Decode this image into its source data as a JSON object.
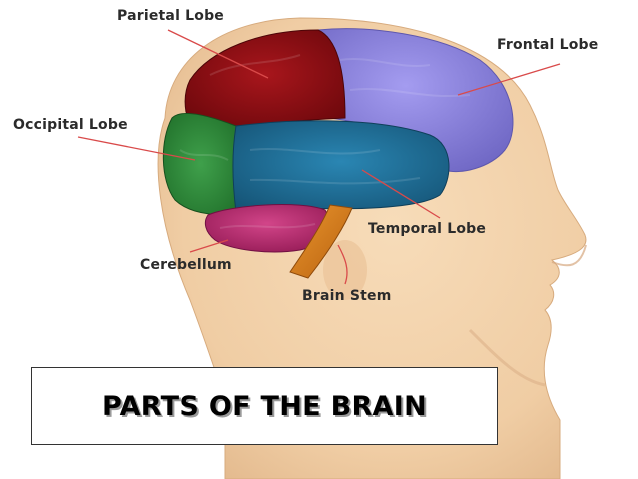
{
  "labels": {
    "parietal": "Parietal Lobe",
    "frontal": "Frontal Lobe",
    "occipital": "Occipital Lobe",
    "temporal": "Temporal Lobe",
    "cerebellum": "Cerebellum",
    "brain_stem": "Brain Stem"
  },
  "title": "PARTS OF THE BRAIN",
  "colors": {
    "skin": "#f2d3ad",
    "parietal": "#8e0d12",
    "frontal": "#8b84d8",
    "occipital": "#2f8a3a",
    "temporal": "#1d6f98",
    "cerebellum": "#bc2d72",
    "brain_stem": "#d97d1c",
    "pointer": "#d94a4a"
  }
}
